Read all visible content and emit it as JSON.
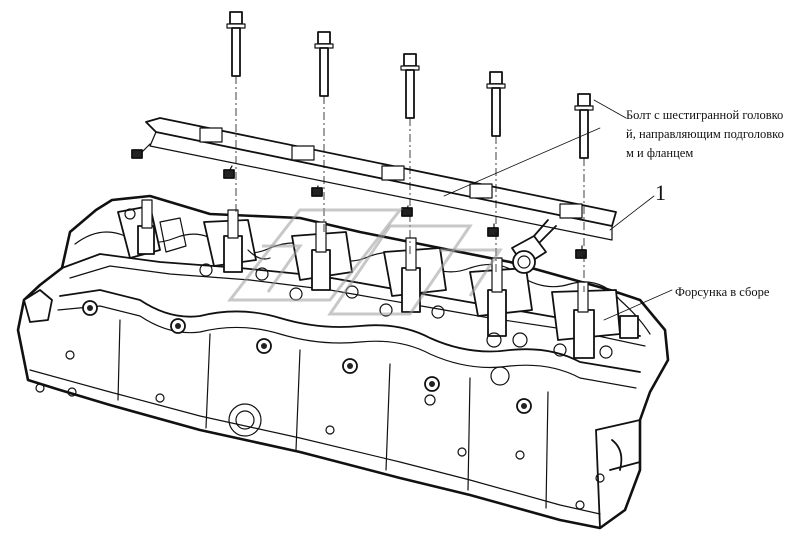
{
  "callouts": {
    "bolt": {
      "lines": [
        "Болт с шестигранной головко",
        "й, направляющим подголовко",
        "м и фланцем"
      ]
    },
    "rail_number": "1",
    "injector": "Форсунка в сборе"
  },
  "colors": {
    "line": "#111111",
    "background": "#ffffff",
    "watermark": "#9a9a9a"
  }
}
